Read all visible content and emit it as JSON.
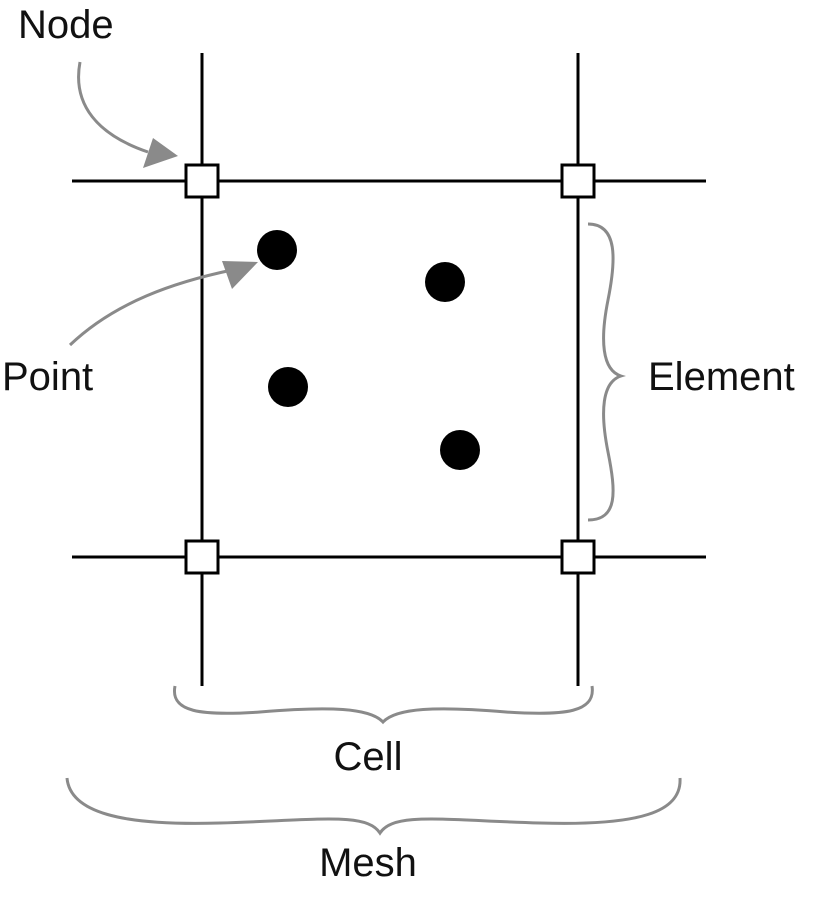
{
  "labels": {
    "node": "Node",
    "point": "Point",
    "element": "Element",
    "cell": "Cell",
    "mesh": "Mesh"
  },
  "colors": {
    "line": "#000000",
    "annotation": "#8a8a8a",
    "node_fill": "#ffffff",
    "point_fill": "#000000",
    "text": "#111111"
  },
  "structure": {
    "grid_lines": 4,
    "nodes": 4,
    "points": 4,
    "node_icon": "open-square",
    "point_icon": "filled-circle"
  }
}
